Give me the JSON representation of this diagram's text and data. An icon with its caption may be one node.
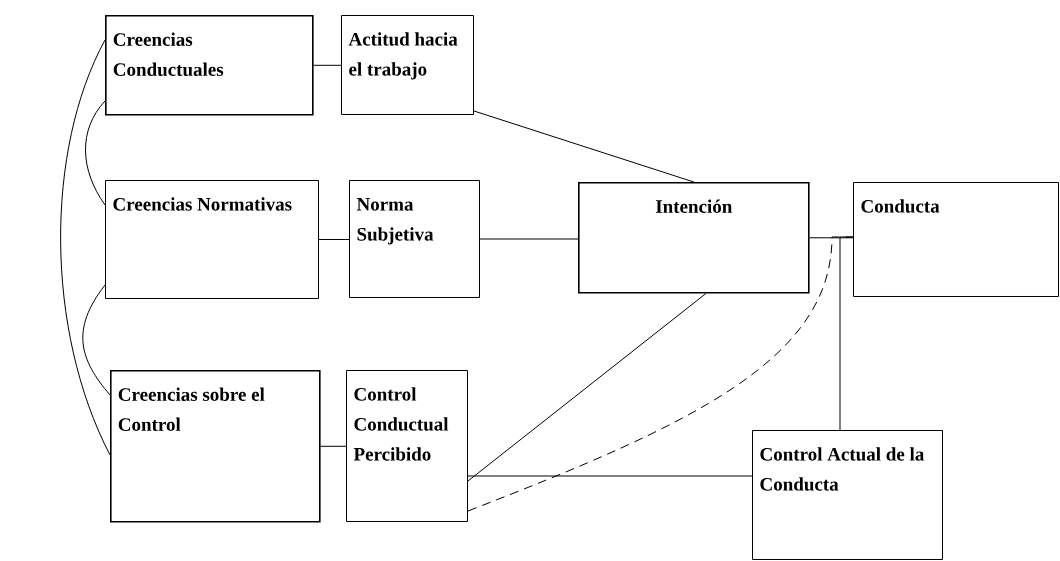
{
  "diagram": {
    "nodes": [
      {
        "text": [
          "Creencias Conductuales"
        ]
      },
      {
        "text": [
          "Actitud hacia el trabajo"
        ]
      },
      {
        "text": [
          "Creencias Normativas"
        ]
      },
      {
        "text": [
          "Norma Subjetiva"
        ]
      },
      {
        "text": [
          "Intención"
        ]
      },
      {
        "text": [
          "Conducta"
        ]
      },
      {
        "text": [
          "Creencias sobre el Control"
        ]
      },
      {
        "text": [
          "Control Conductual Percibido"
        ]
      },
      {
        "text": [
          "Control Actual de la Conducta"
        ]
      }
    ],
    "edges": [
      {
        "from": 0,
        "to": 1,
        "arrow": "none"
      },
      {
        "from": 1,
        "to": 4,
        "arrow": "none"
      },
      {
        "from": 2,
        "to": 3,
        "arrow": "none"
      },
      {
        "from": 3,
        "to": 4,
        "arrow": "none"
      },
      {
        "from": 4,
        "to": 5,
        "arrow": "none"
      },
      {
        "from": 6,
        "to": 7,
        "arrow": "none"
      },
      {
        "from": 7,
        "to": 4,
        "arrow": "none"
      },
      {
        "from": 7,
        "to": 5,
        "arrow": "none",
        "style": "dashed"
      },
      {
        "from": 8,
        "to": 5,
        "arrow": "none"
      },
      {
        "from": 7,
        "to": 8,
        "arrow": "none"
      },
      {
        "from": 0,
        "to": 2,
        "arrow": "none"
      },
      {
        "from": 2,
        "to": 6,
        "arrow": "none"
      },
      {
        "from": 0,
        "to": 6,
        "arrow": "none"
      }
    ]
  }
}
